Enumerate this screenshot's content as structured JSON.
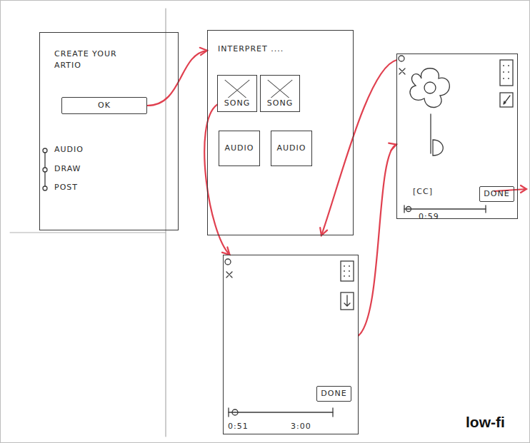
{
  "diagram": {
    "nodes": [
      {
        "text": [
          "CREATE YOUR ARTIO"
        ]
      },
      {
        "text": [
          "OK"
        ],
        "in": 0
      },
      {
        "text": [
          "INTERPRET ...."
        ]
      },
      {
        "text": [
          "SONG"
        ],
        "in": 2
      },
      {
        "text": [
          "SONG"
        ],
        "in": 2
      },
      {
        "text": [
          "AUDIO"
        ],
        "in": 2
      },
      {
        "text": [
          "AUDIO"
        ],
        "in": 2
      },
      {
        "text": [
          "[CC]",
          "0:59"
        ]
      },
      {
        "text": [
          "DONE"
        ],
        "in": 7
      },
      {
        "text": [
          "0:51",
          "3:00"
        ]
      },
      {
        "text": [
          "DONE"
        ],
        "in": 9
      }
    ],
    "edges": [
      {
        "from": 1,
        "to": 2,
        "arrow": "to"
      },
      {
        "from": 3,
        "to": 9,
        "arrow": "to"
      },
      {
        "from": 7,
        "to": 2,
        "arrow": "to"
      },
      {
        "from": 9,
        "to": 7,
        "arrow": "to"
      }
    ],
    "labels": [
      "AUDIO",
      "DRAW",
      "POST",
      "low-fi"
    ]
  }
}
